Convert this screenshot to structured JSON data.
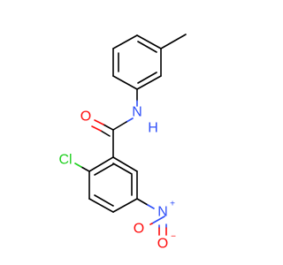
{
  "atoms": {
    "amide_o": {
      "symbol": "O",
      "color": "#ff0d0d"
    },
    "amide_n": {
      "symbol": "N",
      "color": "#3050f8"
    },
    "amide_h": {
      "symbol": "H",
      "color": "#3050f8"
    },
    "chlorine": {
      "symbol": "Cl",
      "color": "#1fd01f"
    },
    "nitro_n": {
      "symbol": "N",
      "color": "#3050f8",
      "charge": "+"
    },
    "nitro_o_double": {
      "symbol": "O",
      "color": "#ff0d0d"
    },
    "nitro_o_single": {
      "symbol": "O",
      "color": "#ff0d0d",
      "charge": "−"
    }
  }
}
